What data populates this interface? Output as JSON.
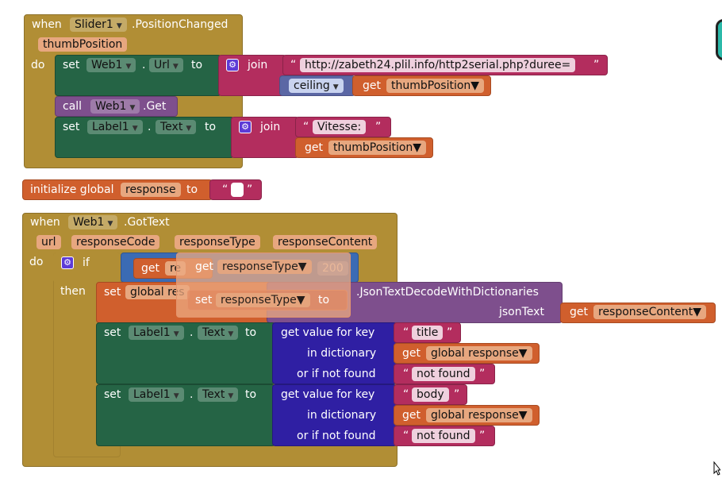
{
  "slider_event": {
    "when": "when",
    "component": "Slider1",
    "event": ".PositionChanged",
    "param": "thumbPosition",
    "do": "do",
    "set_url": {
      "set": "set",
      "component": "Web1",
      "dot": ".",
      "property": "Url",
      "to": "to",
      "join": "join",
      "url_string": "http://zabeth24.plil.info/http2serial.php?duree=",
      "ceiling": "ceiling",
      "get": "get",
      "get_var": "thumbPosition"
    },
    "call_get": {
      "call": "call",
      "component": "Web1",
      "method": ".Get"
    },
    "set_label": {
      "set": "set",
      "component": "Label1",
      "dot": ".",
      "property": "Text",
      "to": "to",
      "join": "join",
      "string": "Vitesse: ",
      "get": "get",
      "get_var": "thumbPosition"
    }
  },
  "global_init": {
    "label": "initialize global",
    "name": "response",
    "to": "to",
    "value": " "
  },
  "web_event": {
    "when": "when",
    "component": "Web1",
    "event": ".GotText",
    "params": [
      "url",
      "responseCode",
      "responseType",
      "responseContent"
    ],
    "do": "do",
    "if": "if",
    "then": "then",
    "if_get": "get",
    "if_get_partial": "re",
    "compare_value": "200",
    "set_global": {
      "set": "set",
      "target": "global res",
      "method": ".JsonTextDecodeWithDictionaries",
      "json_text": "jsonText",
      "get": "get",
      "get_var": "responseContent"
    },
    "ghost": {
      "get": "get",
      "get_var": "responseType",
      "set": "set",
      "set_var": "responseType",
      "to": "to"
    },
    "set_title": {
      "set": "set",
      "component": "Label1",
      "dot": ".",
      "property": "Text",
      "to": "to",
      "get_value_for_key": "get value for key",
      "key": "title",
      "in_dictionary": "in dictionary",
      "get": "get",
      "dict_var": "global response",
      "or_if_not_found": "or if not found",
      "not_found": "not found"
    },
    "set_body": {
      "set": "set",
      "component": "Label1",
      "dot": ".",
      "property": "Text",
      "to": "to",
      "get_value_for_key": "get value for key",
      "key": "body",
      "in_dictionary": "in dictionary",
      "get": "get",
      "dict_var": "global response",
      "or_if_not_found": "or if not found",
      "not_found": "not found"
    }
  },
  "icons": {
    "mutator": "gear-icon",
    "dropdown": "triangle-down-icon",
    "cursor": "mouse-cursor-icon"
  },
  "colors": {
    "event": "#b18e35",
    "text": "#b32d5e",
    "variable": "#d05f2d",
    "component": "#256445",
    "web_method": "#7e4f8d",
    "dictionary": "#2f1fa3",
    "control": "#3b6bb4",
    "math": "#5b67a5"
  }
}
